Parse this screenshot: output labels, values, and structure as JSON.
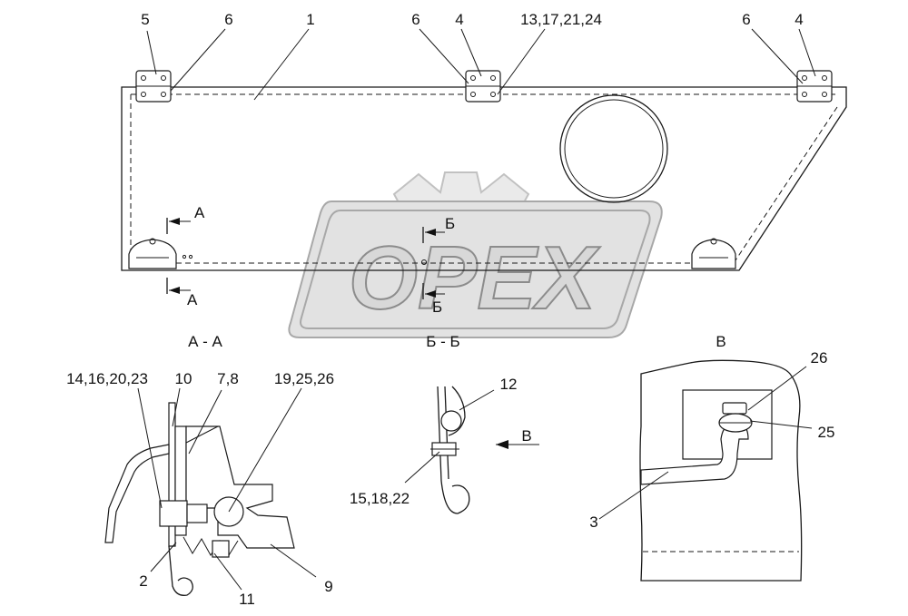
{
  "watermark": {
    "text": "OPEX"
  },
  "callouts": {
    "c5": "5",
    "c6a": "6",
    "c1": "1",
    "c6b": "6",
    "c4a": "4",
    "c13": "13,17,21,24",
    "c6c": "6",
    "c4b": "4",
    "c14": "14,16,20,23",
    "c10": "10",
    "c78": "7,8",
    "c19": "19,25,26",
    "c2": "2",
    "c11": "11",
    "c9": "9",
    "c12": "12",
    "c15": "15,18,22",
    "c26": "26",
    "c25": "25",
    "c3": "3"
  },
  "section_marks": {
    "a_top": "A",
    "a_bottom": "A",
    "b_top": "Б",
    "b_bottom": "Б"
  },
  "view_titles": {
    "aa": "А - А",
    "bb": "Б - Б",
    "v": "В",
    "arrow_v": "В"
  }
}
